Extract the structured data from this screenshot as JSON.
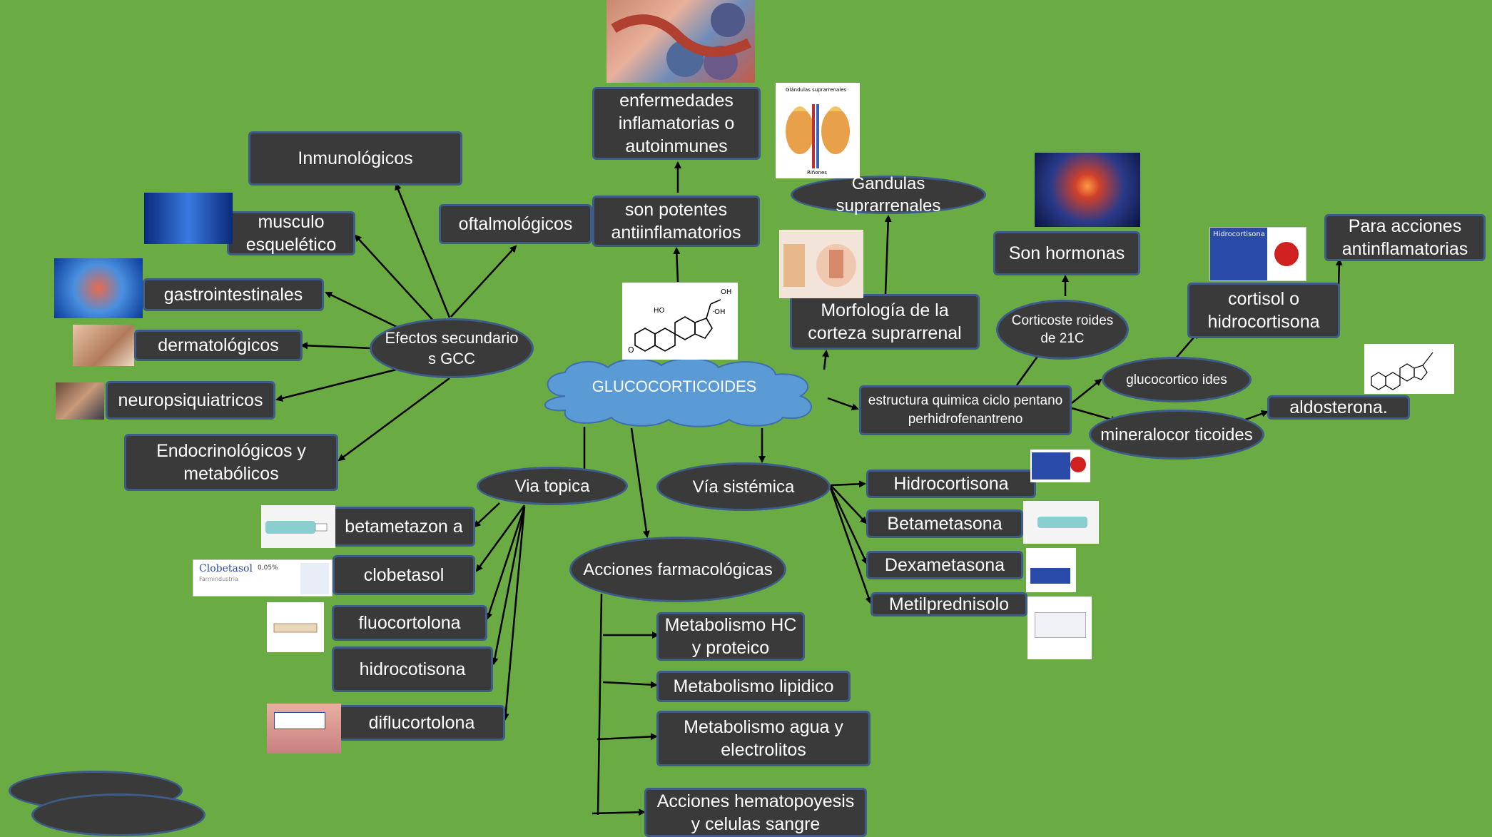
{
  "central": {
    "label": "GLUCOCORTICOIDES"
  },
  "effects": {
    "hub": "Efectos secundario s GCC",
    "items": {
      "inmunologicos": "Inmunológicos",
      "musculo": "musculo esquelético",
      "gastro": "gastrointestinales",
      "dermato": "dermatológicos",
      "neuro": "neuropsiquiatricos",
      "endocrino": "Endocrinológicos y metabólicos",
      "oftalmo": "oftalmológicos"
    }
  },
  "antiinflam": {
    "potentes": "son potentes antiinflamatorios",
    "enfermedades": "enfermedades inflamatorias o autoinmunes"
  },
  "morfologia": {
    "label": "Morfología de la corteza suprarrenal",
    "glandulas": "Gandulas suprarrenales",
    "image_caption_top": "Glándulas suprarrenales",
    "image_caption_bottom": "Riñones"
  },
  "estructura": {
    "label": "estructura quimica ciclo pentano perhidrofenantreno",
    "corticoides21": "Corticoste roides de 21C",
    "hormonas": "Son hormonas",
    "gluco": "glucocortico ides",
    "cortisol": "cortisol o hidrocortisona",
    "acciones_antiinf": "Para acciones antinflamatorias",
    "mineralo": "mineralocor ticoides",
    "aldosterona": "aldosterona.",
    "box_label": "Hidrocortisona"
  },
  "topica": {
    "hub": "Via topica",
    "items": [
      "betametazon a",
      "clobetasol",
      "fluocortolona",
      "hidrocotisona",
      "diflucortolona"
    ],
    "clobetasol_label": "Clobetasol",
    "clobetasol_pct": "0,05%",
    "clobetasol_sub": "Farmindustria"
  },
  "sistemica": {
    "hub": "Vía sistémica",
    "items": [
      "Hidrocortisona",
      "Betametasona",
      "Dexametasona",
      "Metilprednisolo"
    ]
  },
  "farmaco": {
    "hub": "Acciones farmacológicas",
    "items": [
      "Metabolismo HC y proteico",
      "Metabolismo lipidico",
      "Metabolismo agua y electrolitos",
      "Acciones hematopoyesis y celulas sangre"
    ]
  },
  "colors": {
    "background": "#6aab44",
    "box": "#3a3a3a",
    "border": "#3e5c8a",
    "cloud": "#5b9bd5",
    "arrow": "#000000"
  },
  "icons": [
    "steroid-structure-icon",
    "adrenal-gland-icon",
    "neuron-icon",
    "medicine-box-icon",
    "cream-tube-icon"
  ]
}
